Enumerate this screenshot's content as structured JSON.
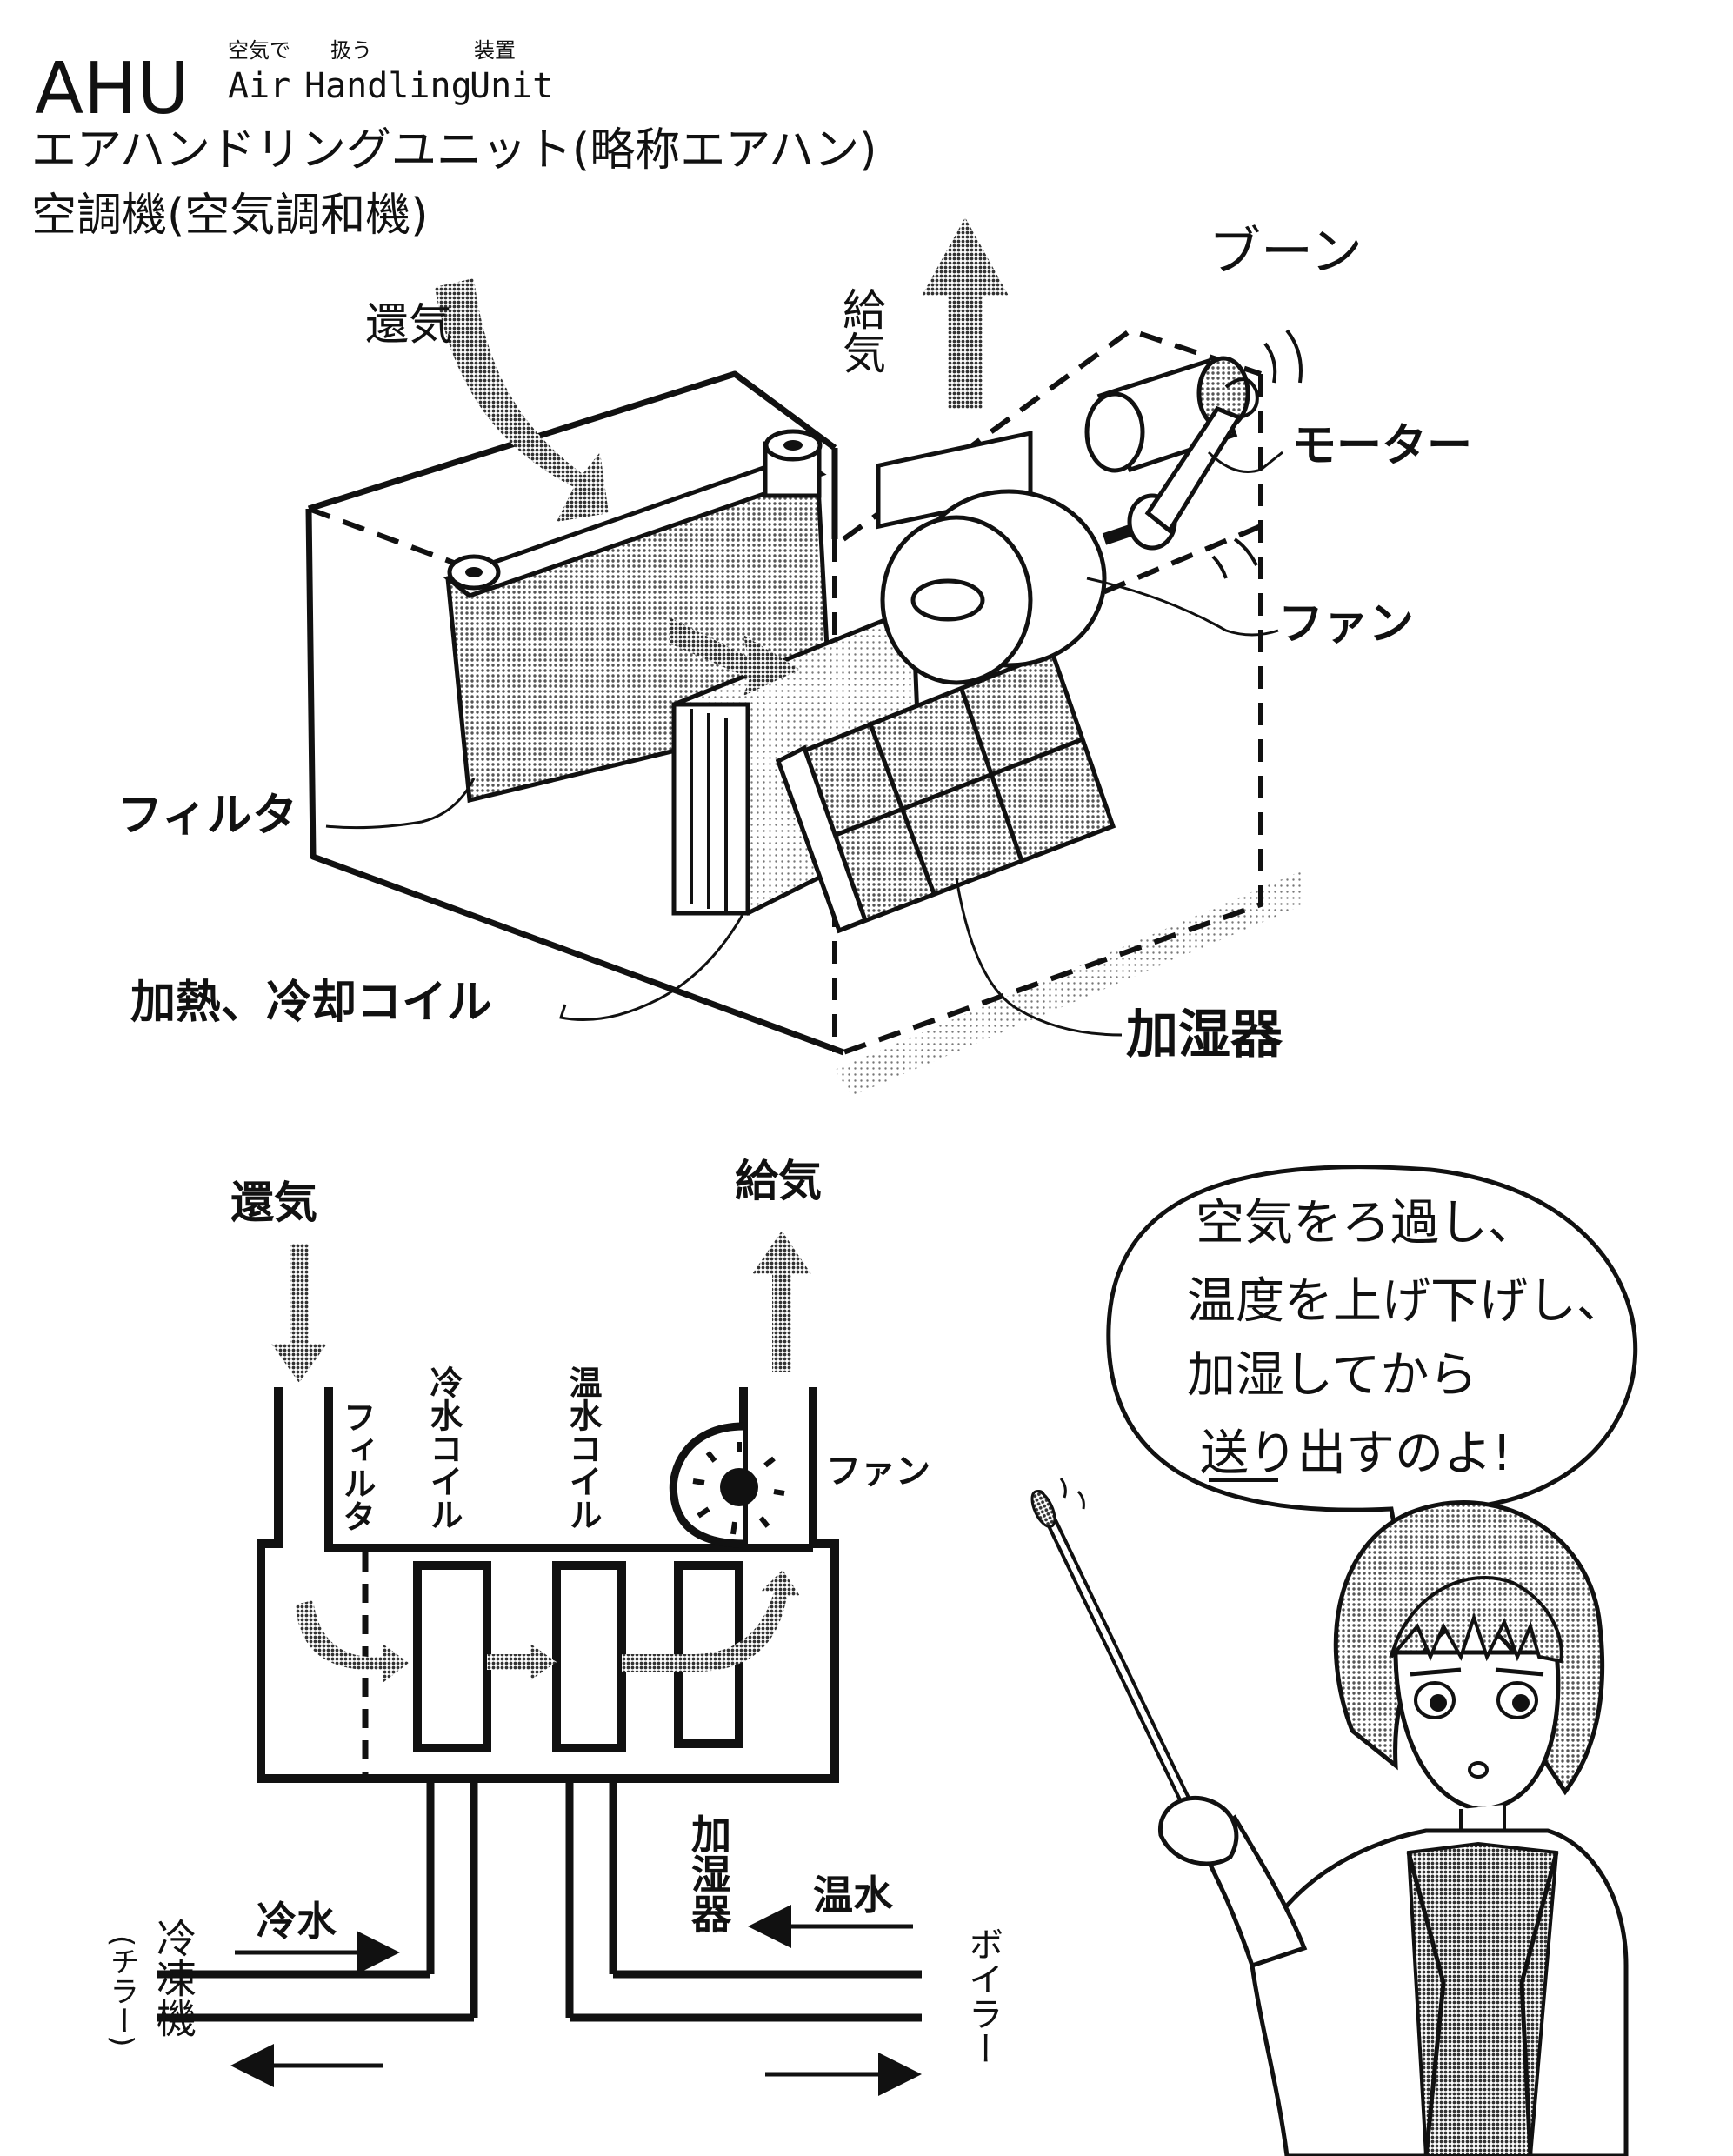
{
  "header": {
    "acronym": "AHU",
    "word1_ruby": "空気で",
    "word1": "Air",
    "word2_ruby": "扱う",
    "word2": "Handling",
    "word3_ruby": "装置",
    "word3": "Unit",
    "line2": "エアハンドリングユニット(略称エアハン)",
    "line3": "空調機(空気調和機)"
  },
  "top_diagram": {
    "return_air": "還気",
    "supply_air": "給気",
    "sound": "ブーン",
    "motor": "モーター",
    "fan": "ファン",
    "filter": "フィルタ",
    "coil": "加熱、冷却コイル",
    "humidifier": "加湿器"
  },
  "bottom_diagram": {
    "return_air": "還気",
    "supply_air": "給気",
    "filter": "フィルタ",
    "cold_coil": "冷水コイル",
    "hot_coil": "温水コイル",
    "fan": "ファン",
    "humidifier": "加湿器",
    "cold_water": "冷水",
    "hot_water": "温水",
    "chiller": "冷凍機",
    "chiller_reading": "(チラー)",
    "boiler": "ボイラー"
  },
  "speech": {
    "line1": "空気をろ過し、",
    "line2": "温度を上げ下げし、",
    "line3": "加湿してから",
    "line4": "送り出すのよ!"
  },
  "colors": {
    "ink": "#111111",
    "screen": "#9a9a9a",
    "paper": "#ffffff"
  }
}
